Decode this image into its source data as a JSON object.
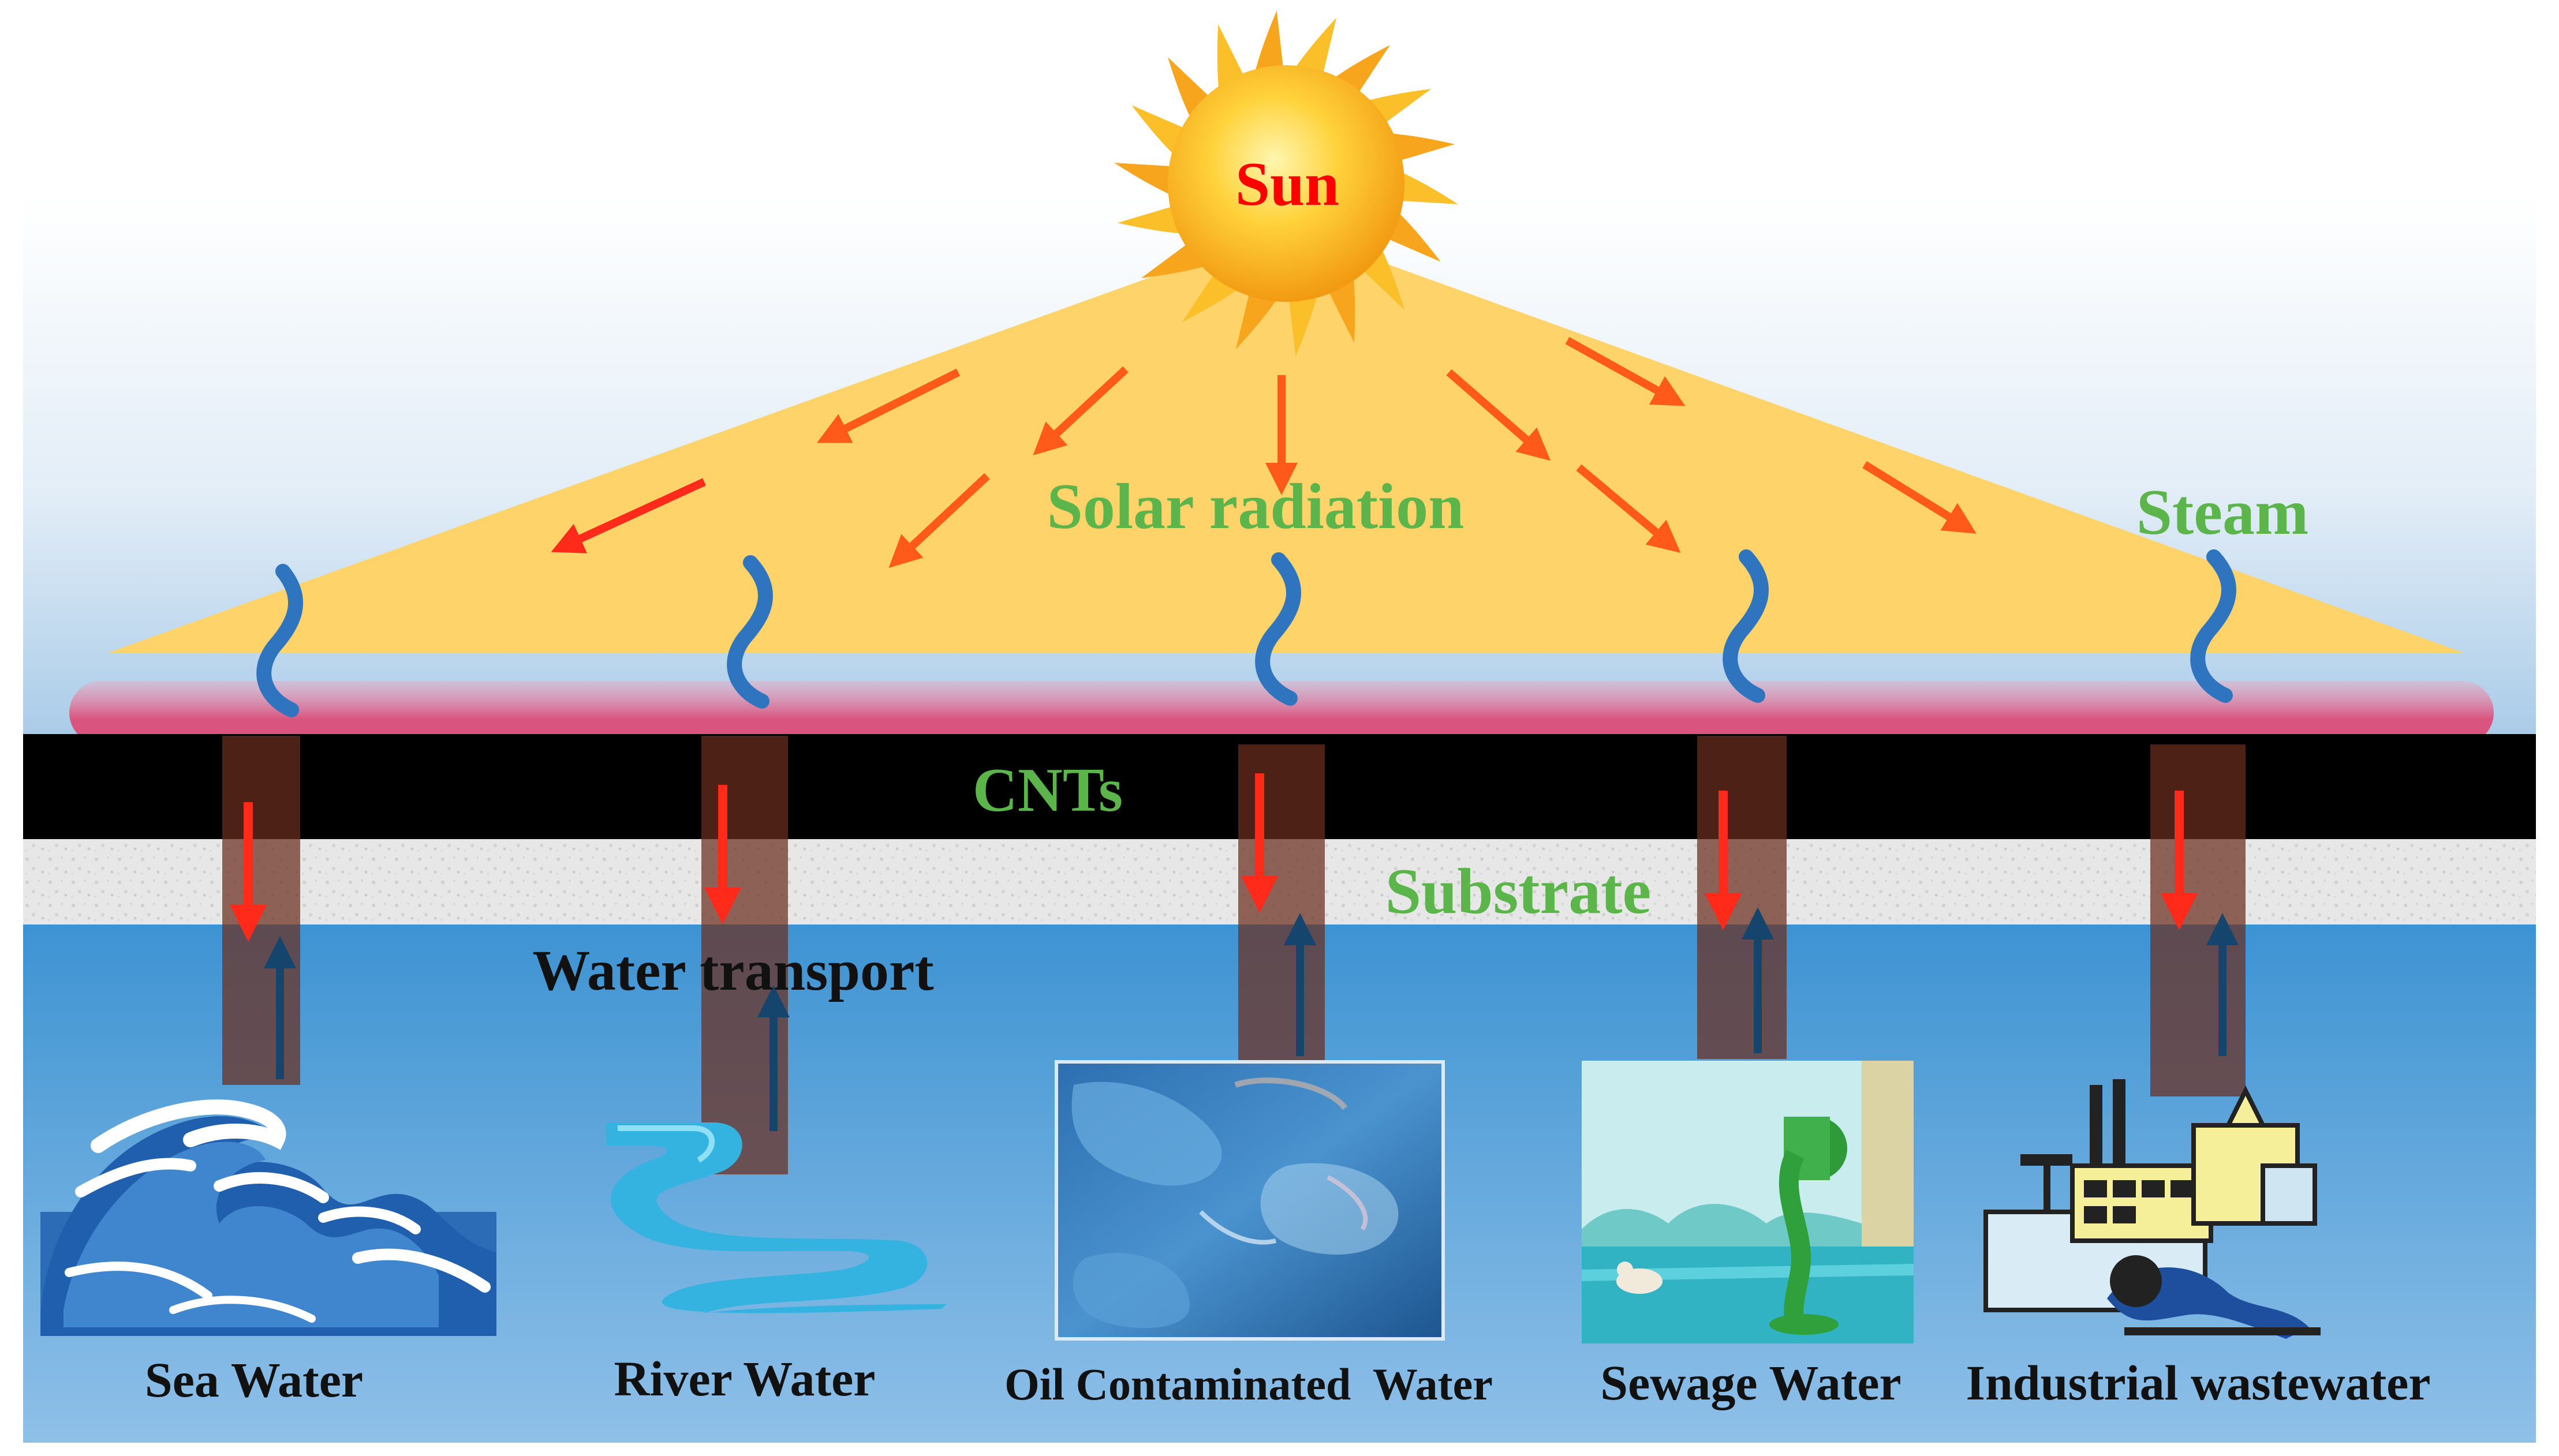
{
  "labels": {
    "sun": "Sun",
    "solar_radiation": "Solar radiation",
    "steam": "Steam",
    "cnts": "CNTs",
    "substrate": "Substrate",
    "water_transport": "Water transport"
  },
  "sources": [
    {
      "label": "Sea Water",
      "icon": "wave-icon"
    },
    {
      "label": "River Water",
      "icon": "river-icon"
    },
    {
      "label": "Oil Contaminated  Water",
      "icon": "oil-slick-icon"
    },
    {
      "label": "Sewage Water",
      "icon": "sewage-pipe-icon"
    },
    {
      "label": "Industrial wastewater",
      "icon": "factory-icon"
    }
  ],
  "colors": {
    "label_red": "#ff0000",
    "label_green": "#5cb54a",
    "label_black": "#111111",
    "sun_core": "#f9b21a",
    "radiation_triangle": "#fdd36a",
    "arrow_red": "#ff2a1a",
    "arrow_orange": "#ff5a1a",
    "arrow_navy": "#15446c",
    "steam_blue": "#2f74bf",
    "cnt_layer": "#000000",
    "heat_band": "#e06a8c",
    "water": "#5aa6dc",
    "transport_channel": "#6b2e1e"
  }
}
